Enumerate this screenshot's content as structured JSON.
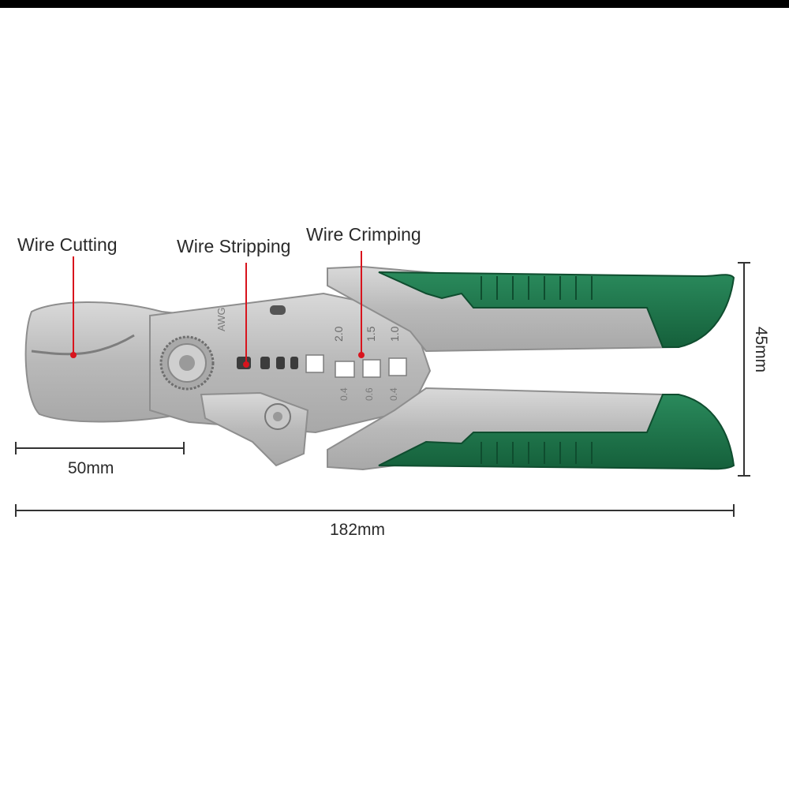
{
  "labels": {
    "wire_cutting": "Wire Cutting",
    "wire_stripping": "Wire Stripping",
    "wire_crimping": "Wire Crimping"
  },
  "dimensions": {
    "jaw_length": "50mm",
    "total_length": "182mm",
    "height": "45mm"
  },
  "engraving": {
    "awg": "AWG",
    "crimp_sizes": [
      "2.0",
      "1.5",
      "1.0"
    ],
    "lower_sizes": [
      "0.4",
      "0.6",
      "0.4"
    ]
  },
  "colors": {
    "handle_green": "#1e7a4f",
    "handle_green_dark": "#135a38",
    "steel": "#bdbdbd",
    "marker_red": "#d8141d",
    "top_bar": "#000000"
  }
}
